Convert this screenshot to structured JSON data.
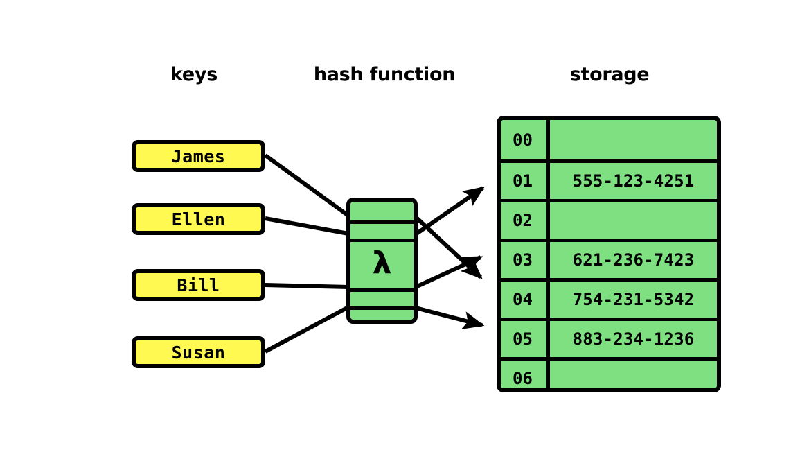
{
  "headers": {
    "keys": "keys",
    "hash_function": "hash function",
    "storage": "storage"
  },
  "keys": [
    {
      "label": "James"
    },
    {
      "label": "Ellen"
    },
    {
      "label": "Bill"
    },
    {
      "label": "Susan"
    }
  ],
  "hash_function": {
    "symbol": "λ",
    "band_count": 5
  },
  "storage": {
    "rows": [
      {
        "index": "00",
        "value": ""
      },
      {
        "index": "01",
        "value": "555-123-4251"
      },
      {
        "index": "02",
        "value": ""
      },
      {
        "index": "03",
        "value": "621-236-7423"
      },
      {
        "index": "04",
        "value": "754-231-5342"
      },
      {
        "index": "05",
        "value": "883-234-1236"
      },
      {
        "index": "06",
        "value": ""
      }
    ]
  },
  "colors": {
    "key_fill": "#FFF952",
    "storage_fill": "#7EE081",
    "hash_fill": "#7EE081",
    "stroke": "#000000",
    "background": "#FFFFFF"
  },
  "connections": {
    "inputs": [
      {
        "from": "James",
        "to_band": 0
      },
      {
        "from": "Ellen",
        "to_band": 1
      },
      {
        "from": "Bill",
        "to_band": 2
      },
      {
        "from": "Susan",
        "to_band": 3
      }
    ],
    "outputs": [
      {
        "from_band": 0,
        "to_row": "03"
      },
      {
        "from_band": 1,
        "to_row": "01"
      },
      {
        "from_band": 2,
        "to_row": "03"
      },
      {
        "from_band": 3,
        "to_row": "05"
      }
    ]
  }
}
